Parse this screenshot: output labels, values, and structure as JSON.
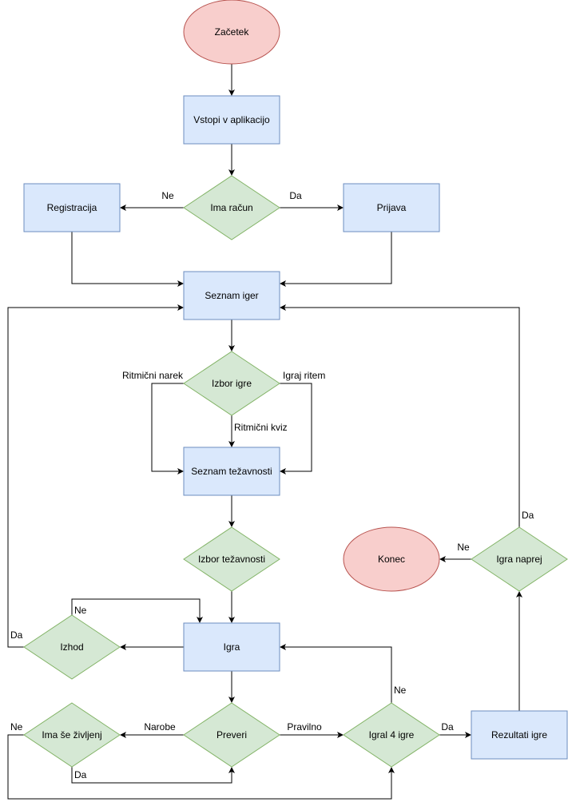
{
  "colors": {
    "start_end_fill": "#f8cecc",
    "start_end_stroke": "#b85450",
    "process_fill": "#dae8fc",
    "process_stroke": "#6c8ebf",
    "decision_fill": "#d5e8d4",
    "decision_stroke": "#82b366",
    "edge": "#000000"
  },
  "nodes": {
    "zacetek": "Začetek",
    "vstopi": "Vstopi v aplikacijo",
    "ima_racun": "Ima račun",
    "registracija": "Registracija",
    "prijava": "Prijava",
    "seznam_iger": "Seznam iger",
    "izbor_igre": "Izbor igre",
    "seznam_tezavnosti": "Seznam težavnosti",
    "izbor_tezavnosti": "Izbor težavnosti",
    "igra": "Igra",
    "izhod": "Izhod",
    "preveri": "Preveri",
    "ima_se_zivljenj": "Ima še življenj",
    "igral_4_igre": "Igral 4 igre",
    "rezultati_igre": "Rezultati igre",
    "igra_naprej": "Igra naprej",
    "konec": "Konec"
  },
  "edge_labels": {
    "racun_ne": "Ne",
    "racun_da": "Da",
    "ritmicni_narek": "Ritmični narek",
    "igraj_ritem": "Igraj ritem",
    "ritmicni_kviz": "Ritmični kviz",
    "izhod_ne": "Ne",
    "izhod_da": "Da",
    "narobe": "Narobe",
    "pravilno": "Pravilno",
    "zivljenj_ne": "Ne",
    "zivljenj_da": "Da",
    "igral_ne": "Ne",
    "igral_da": "Da",
    "naprej_ne": "Ne",
    "naprej_da": "Da"
  }
}
